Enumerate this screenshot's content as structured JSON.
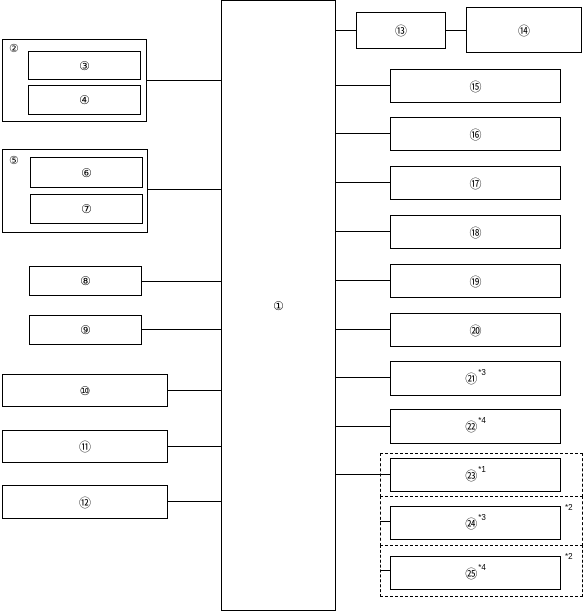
{
  "main": {
    "label": "①"
  },
  "groups": {
    "g2": {
      "label": "②",
      "items": [
        "③",
        "④"
      ]
    },
    "g5": {
      "label": "⑤",
      "items": [
        "⑥",
        "⑦"
      ]
    }
  },
  "left_boxes": [
    "⑧",
    "⑨",
    "⑩",
    "⑪",
    "⑫"
  ],
  "top_right": [
    "⑬",
    "⑭"
  ],
  "right_boxes": [
    {
      "label": "⑮",
      "note": ""
    },
    {
      "label": "⑯",
      "note": ""
    },
    {
      "label": "⑰",
      "note": ""
    },
    {
      "label": "⑱",
      "note": ""
    },
    {
      "label": "⑲",
      "note": ""
    },
    {
      "label": "⑳",
      "note": ""
    },
    {
      "label": "㉑",
      "note": "*3"
    },
    {
      "label": "㉒",
      "note": "*4"
    },
    {
      "label": "㉓",
      "note": "*1"
    },
    {
      "label": "㉔",
      "note": "*3"
    },
    {
      "label": "㉕",
      "note": "*4"
    }
  ],
  "dashed_notes": [
    "*2",
    "*2"
  ]
}
